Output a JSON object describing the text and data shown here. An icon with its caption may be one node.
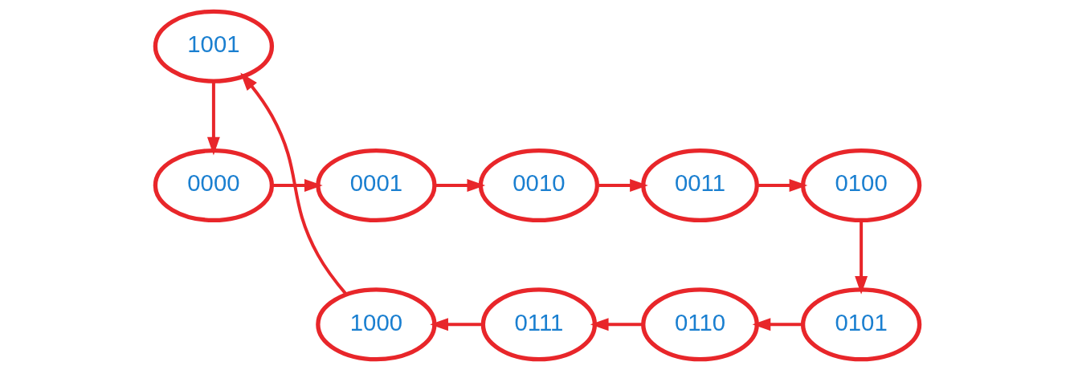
{
  "diagram": {
    "nodes": [
      {
        "text": [
          "0000"
        ]
      },
      {
        "text": [
          "0001"
        ]
      },
      {
        "text": [
          "0010"
        ]
      },
      {
        "text": [
          "0011"
        ]
      },
      {
        "text": [
          "0100"
        ]
      },
      {
        "text": [
          "0101"
        ]
      },
      {
        "text": [
          "0110"
        ]
      },
      {
        "text": [
          "0111"
        ]
      },
      {
        "text": [
          "1000"
        ]
      },
      {
        "text": [
          "1001"
        ]
      }
    ],
    "edges": [
      {
        "from": 0,
        "to": 1,
        "arrow": "to"
      },
      {
        "from": 1,
        "to": 2,
        "arrow": "to"
      },
      {
        "from": 2,
        "to": 3,
        "arrow": "to"
      },
      {
        "from": 3,
        "to": 4,
        "arrow": "to"
      },
      {
        "from": 4,
        "to": 5,
        "arrow": "to"
      },
      {
        "from": 5,
        "to": 6,
        "arrow": "to"
      },
      {
        "from": 6,
        "to": 7,
        "arrow": "to"
      },
      {
        "from": 7,
        "to": 8,
        "arrow": "to"
      },
      {
        "from": 8,
        "to": 9,
        "arrow": "to"
      },
      {
        "from": 9,
        "to": 0,
        "arrow": "to"
      }
    ]
  }
}
